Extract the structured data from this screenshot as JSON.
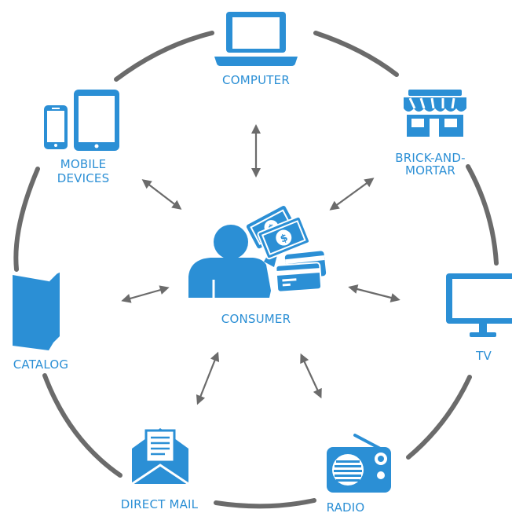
{
  "colors": {
    "accent": "#2b8fd5",
    "ring": "#6b6b6b",
    "arrow": "#6b6b6b",
    "white": "#ffffff"
  },
  "center": {
    "label": "CONSUMER",
    "icon": "consumer-with-money-and-cards-icon"
  },
  "channels": [
    {
      "id": "computer",
      "label_lines": [
        "COMPUTER"
      ],
      "icon": "laptop-icon"
    },
    {
      "id": "brick-and-mortar",
      "label_lines": [
        "BRICK-AND-",
        "MORTAR"
      ],
      "icon": "storefront-icon"
    },
    {
      "id": "tv",
      "label_lines": [
        "TV"
      ],
      "icon": "monitor-icon"
    },
    {
      "id": "radio",
      "label_lines": [
        "RADIO"
      ],
      "icon": "radio-icon"
    },
    {
      "id": "direct-mail",
      "label_lines": [
        "DIRECT MAIL"
      ],
      "icon": "envelope-letter-icon"
    },
    {
      "id": "catalog",
      "label_lines": [
        "CATALOG"
      ],
      "icon": "catalog-book-icon"
    },
    {
      "id": "mobile-devices",
      "label_lines": [
        "MOBILE",
        "DEVICES"
      ],
      "icon": "phone-and-tablet-icon"
    }
  ]
}
